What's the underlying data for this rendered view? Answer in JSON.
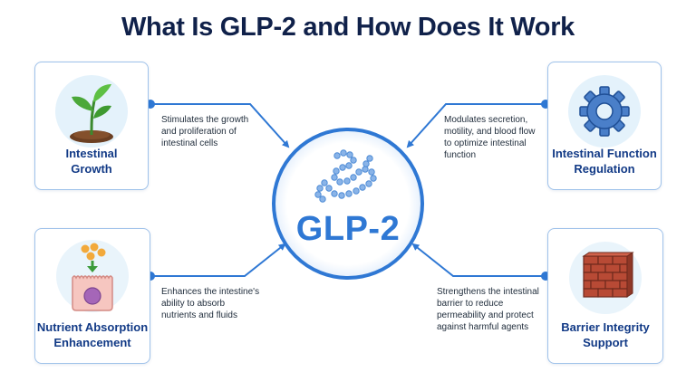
{
  "title": "What Is GLP-2 and How Does It Work",
  "center": {
    "label": "GLP-2"
  },
  "cards": {
    "growth": {
      "label": "Intestinal\nGrowth",
      "description": "Stimulates the growth\nand proliferation of\nintestinal cells"
    },
    "function": {
      "label": "Intestinal Function\nRegulation",
      "description": "Modulates secretion,\nmotility, and blood flow\nto optimize intestinal\nfunction"
    },
    "absorption": {
      "label": "Nutrient Absorption\nEnhancement",
      "description": "Enhances the intestine's\nability to absorb\nnutrients and fluids"
    },
    "barrier": {
      "label": "Barrier Integrity\nSupport",
      "description": "Strengthens the intestinal\nbarrier to reduce\npermeability and protect\nagainst harmful agents"
    }
  },
  "icons": {
    "growth": "sprout-icon",
    "function": "gear-icon",
    "absorption": "intestinal-cell-icon",
    "barrier": "brick-wall-icon",
    "center": "peptide-chain-icon"
  },
  "colors": {
    "title": "#10214a",
    "accent": "#2f78d4",
    "card_border": "#9fc2ea",
    "label": "#123a86"
  }
}
